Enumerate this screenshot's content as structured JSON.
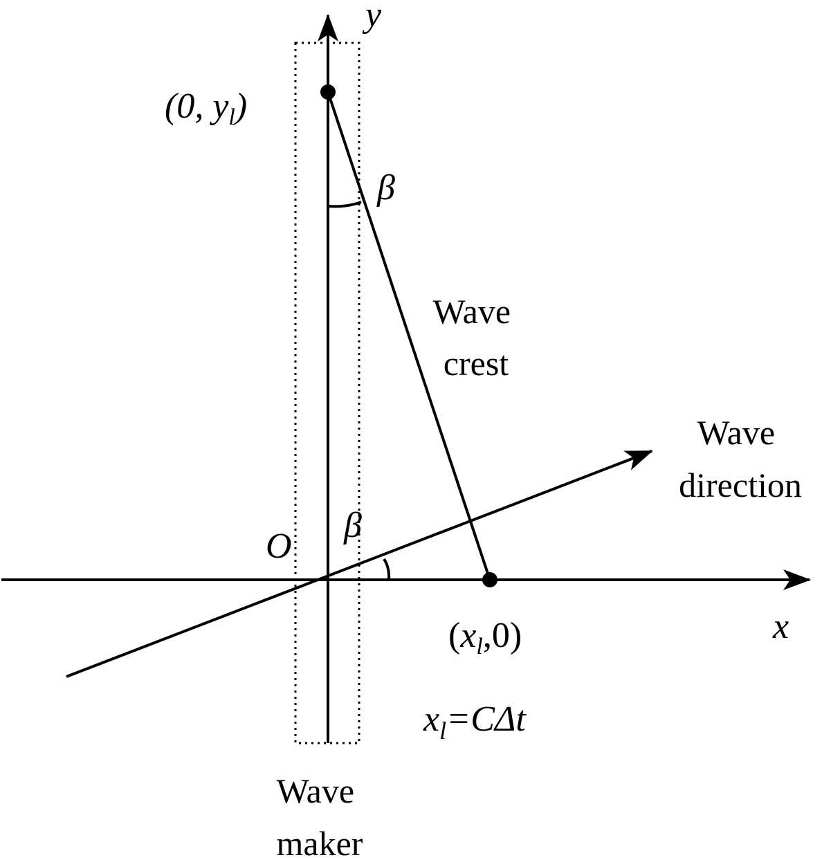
{
  "diagram": {
    "axis_x_label": "x",
    "axis_y_label": "y",
    "origin_label": "O",
    "angle_label_top": "β",
    "angle_label_bottom": "β",
    "point_top": {
      "open": "(0, ",
      "var": "y",
      "sub": "l",
      "close": ")"
    },
    "point_right": {
      "open": "(",
      "var": "x",
      "sub": "l",
      "close": ",0)"
    },
    "equation": {
      "var": "x",
      "sub": "l",
      "rest": "=CΔt"
    },
    "wave_crest_label": [
      "Wave",
      "crest"
    ],
    "wave_direction_label": [
      "Wave",
      "direction"
    ],
    "wave_maker_label": [
      "Wave",
      "maker"
    ],
    "colors": {
      "ink": "#000000",
      "background": "#ffffff"
    }
  }
}
